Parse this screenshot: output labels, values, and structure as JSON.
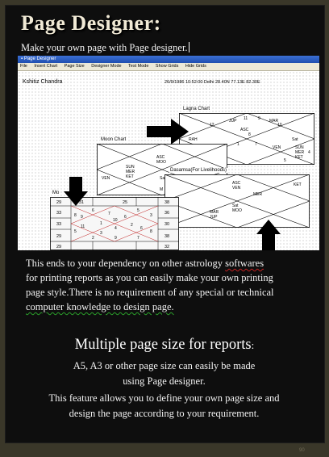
{
  "title": "Page Designer:",
  "subtitle": "Make your own page with Page designer.",
  "screenshot": {
    "window_title": "Page Designer",
    "menu": [
      "File",
      "Insert Chart",
      "Page Size",
      "Designer Mode",
      "Test Mode",
      "Show Grids",
      "Hide Grids"
    ],
    "person": "Kshitiz Chandra",
    "birth_info": "26/9/1986  10:52:00  Delhi 28.40N 77.13E 82.30E",
    "lagna_chart": {
      "label": "Lagna Chart",
      "numbers": [
        "11",
        "9",
        "12",
        "10",
        "8",
        "2",
        "4",
        "1",
        "7",
        "3",
        "5"
      ],
      "planets": [
        "JUP",
        "MAR",
        "RAH",
        "ASC",
        "Sat",
        "VEN",
        "SUN",
        "MER",
        "KET"
      ]
    },
    "moon_chart": {
      "label": "Moon Chart",
      "planets": [
        "ASC",
        "MOO",
        "SUN",
        "MER",
        "KET",
        "VEN",
        "Sa",
        "M"
      ]
    },
    "dasamsa_chart": {
      "label": "Dasamsa(For Livelihoods)",
      "planets": [
        "ASC",
        "VEN",
        "MER",
        "KET",
        "Sat",
        "MOO",
        "MAR",
        "JUP"
      ]
    },
    "grid_chart": {
      "label": "Mo",
      "outer": [
        "29",
        "31",
        "25",
        "38",
        "33",
        "36",
        "33",
        "30",
        "29",
        "38",
        "29",
        "32"
      ],
      "inner": [
        "6",
        "7",
        "5",
        "8",
        "10",
        "3",
        "9",
        "6",
        "1",
        "4",
        "11",
        "2",
        "5",
        "3",
        "8",
        "6",
        "2",
        "9",
        "7"
      ]
    }
  },
  "paragraph": {
    "line1a": "This ends to your dependency on other astrology ",
    "line1b": "softwares",
    "line2": "for printing reports as you can easily make your own printing",
    "line3": "page style.There is no requirement of any special or technical",
    "line4": "computer knowledge to design page."
  },
  "heading2": {
    "text": "Multiple page size for reports",
    "colon": ":"
  },
  "lines": [
    "A5, A3 or other page size can easily be made",
    "using Page designer.",
    "This feature allows you to define your own page size and",
    "design the page according to your requirement."
  ],
  "page_number": "90"
}
